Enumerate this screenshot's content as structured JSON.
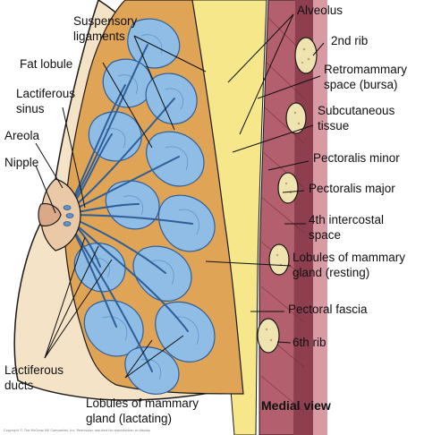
{
  "labels": {
    "suspensory_ligaments": [
      "Suspensory",
      "ligaments"
    ],
    "alveolus": "Alveolus",
    "second_rib": "2nd rib",
    "fat_lobule": "Fat lobule",
    "retromammary_space": [
      "Retromammary",
      "space (bursa)"
    ],
    "lactiferous_sinus": [
      "Lactiferous",
      "sinus"
    ],
    "subcutaneous_tissue": [
      "Subcutaneous",
      "tissue"
    ],
    "areola": "Areola",
    "nipple": "Nipple",
    "pectoralis_minor": "Pectoralis minor",
    "pectoralis_major": "Pectoralis major",
    "fourth_intercostal_space": [
      "4th intercostal",
      "space"
    ],
    "lobules_resting": [
      "Lobules of mammary",
      "gland (resting)"
    ],
    "pectoral_fascia": "Pectoral fascia",
    "sixth_rib": "6th rib",
    "lactiferous_ducts": [
      "Lactiferous",
      "ducts"
    ],
    "lobules_lactating": [
      "Lobules of mammary",
      "gland (lactating)"
    ],
    "view": "Medial view",
    "copyright": "Copyright © The McGraw-Hill Companies, Inc. Permission required for reproduction or display."
  },
  "colors": {
    "skin": "#f4e3c7",
    "fat": "#f6e88a",
    "connective": "#e0a456",
    "lobule": "#8fbde6",
    "lobule_dark": "#5f93c9",
    "duct": "#2f5f99",
    "muscle": "#9c4a5a",
    "muscle_light": "#c77a86",
    "rib": "#efe3b0",
    "outline": "#1a1a1a"
  }
}
